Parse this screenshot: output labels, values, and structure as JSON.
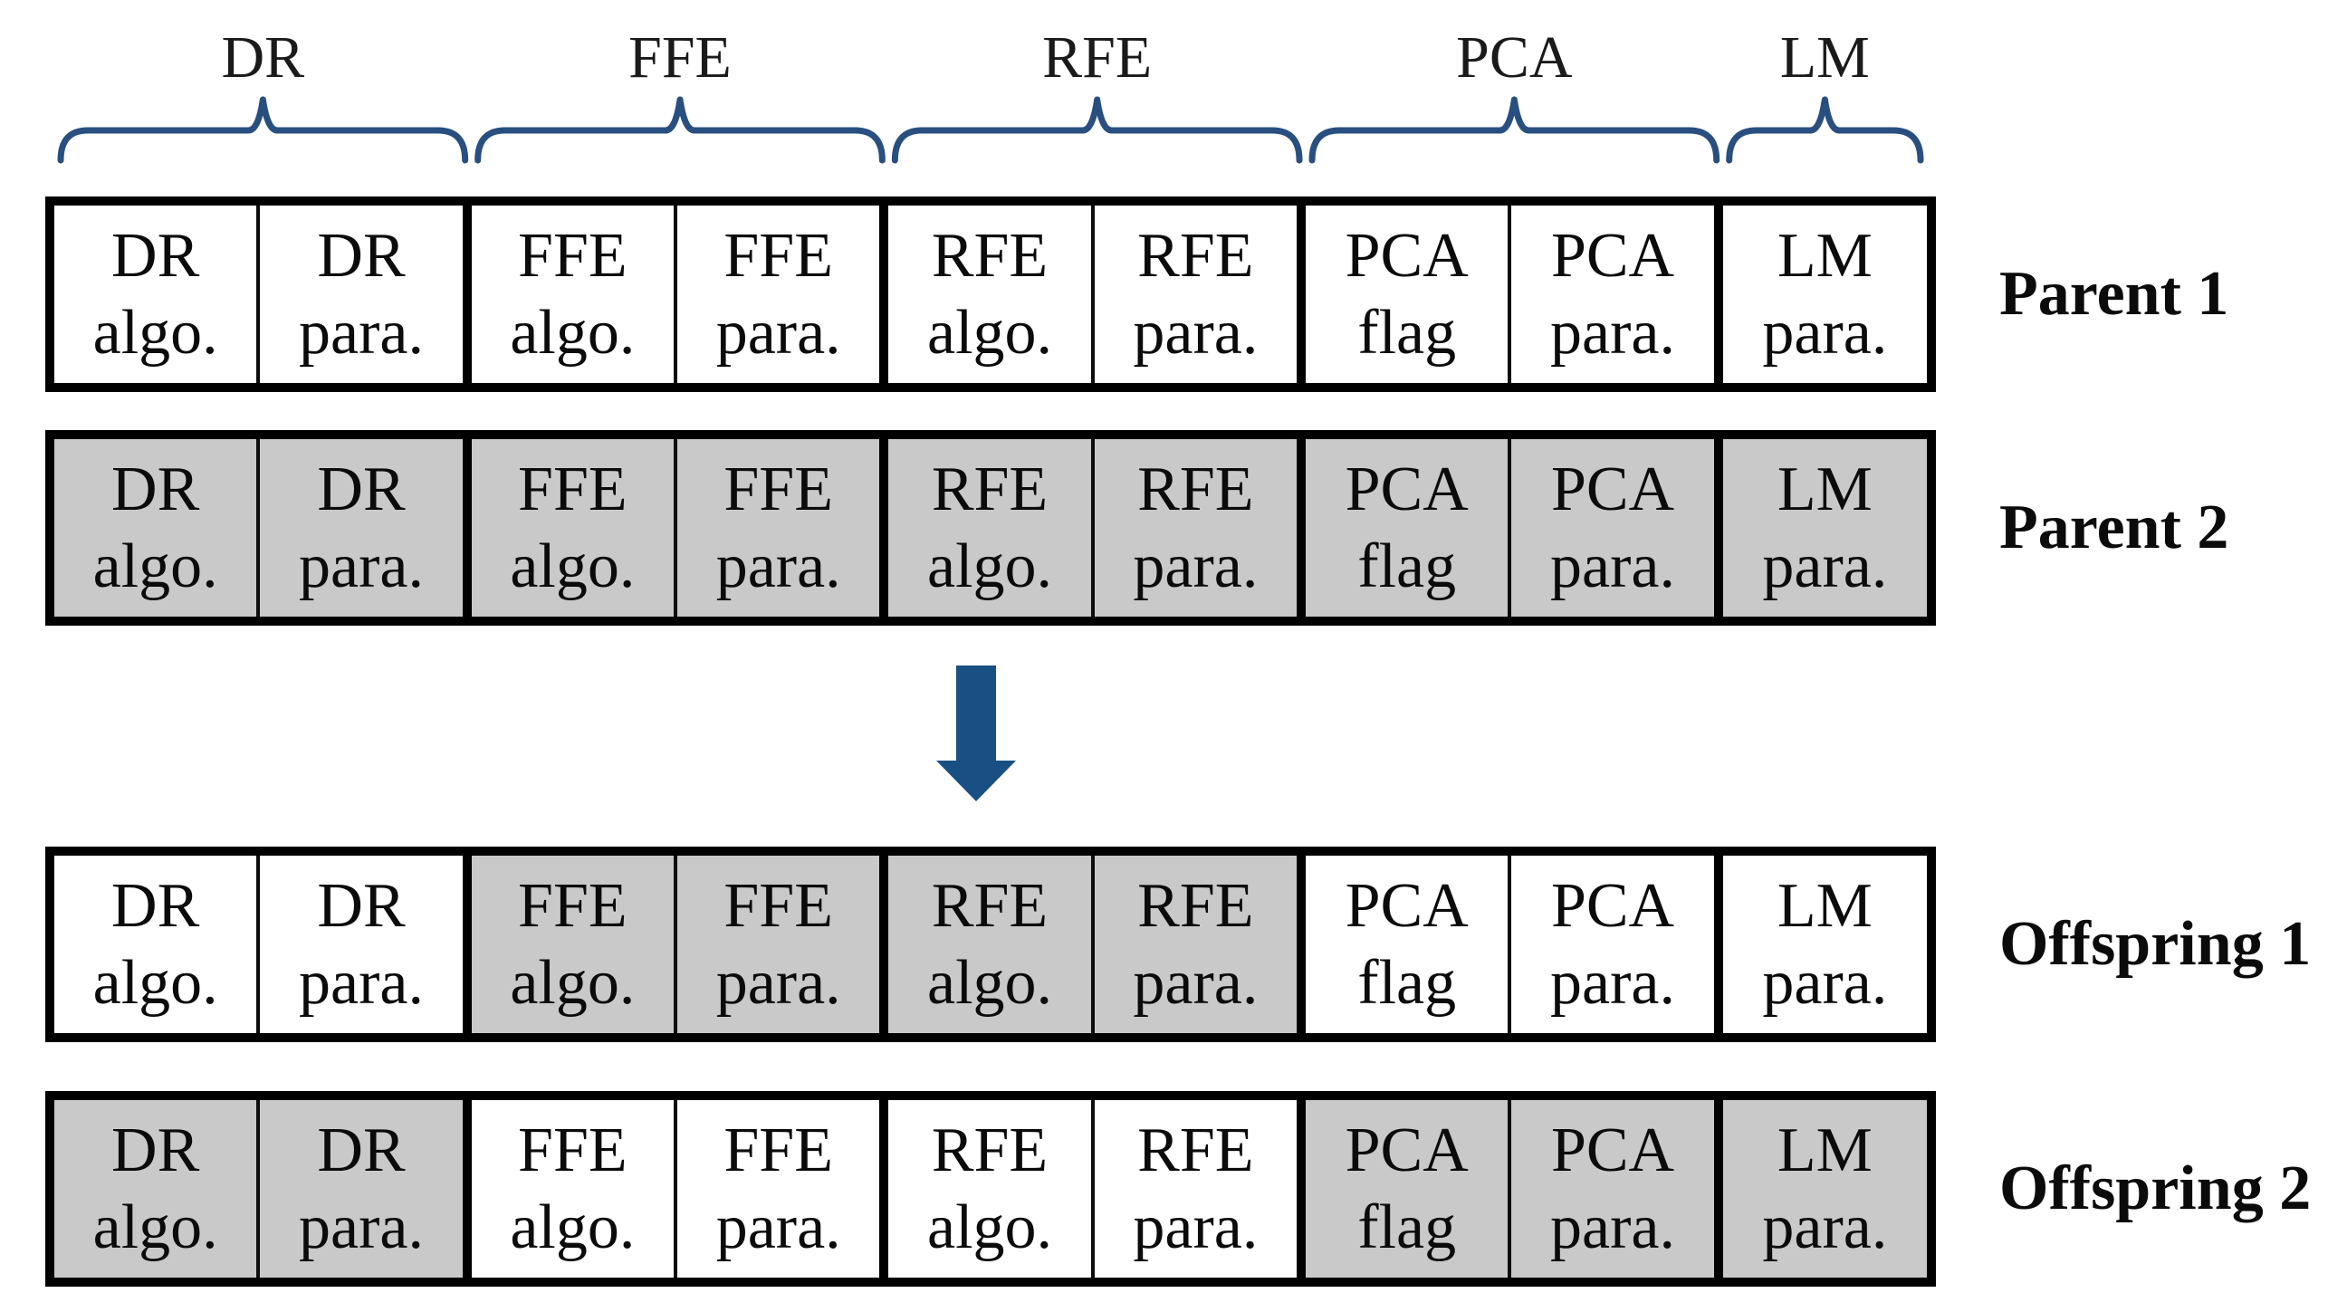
{
  "figure": {
    "groups": [
      {
        "label": "DR",
        "cells": [
          {
            "line1": "DR",
            "line2": "algo."
          },
          {
            "line1": "DR",
            "line2": "para."
          }
        ]
      },
      {
        "label": "FFE",
        "cells": [
          {
            "line1": "FFE",
            "line2": "algo."
          },
          {
            "line1": "FFE",
            "line2": "para."
          }
        ]
      },
      {
        "label": "RFE",
        "cells": [
          {
            "line1": "RFE",
            "line2": "algo."
          },
          {
            "line1": "RFE",
            "line2": "para."
          }
        ]
      },
      {
        "label": "PCA",
        "cells": [
          {
            "line1": "PCA",
            "line2": "flag"
          },
          {
            "line1": "PCA",
            "line2": "para."
          }
        ]
      },
      {
        "label": "LM",
        "cells": [
          {
            "line1": "LM",
            "line2": "para."
          }
        ]
      }
    ],
    "rows": [
      {
        "name": "Parent 1",
        "shaded": [
          false,
          false,
          false,
          false,
          false,
          false,
          false,
          false,
          false
        ]
      },
      {
        "name": "Parent 2",
        "shaded": [
          true,
          true,
          true,
          true,
          true,
          true,
          true,
          true,
          true
        ]
      },
      {
        "name": "Offspring 1",
        "shaded": [
          false,
          false,
          true,
          true,
          true,
          true,
          false,
          false,
          false
        ]
      },
      {
        "name": "Offspring 2",
        "shaded": [
          true,
          true,
          false,
          false,
          false,
          false,
          true,
          true,
          true
        ]
      }
    ],
    "icons": {
      "arrow": "down-arrow"
    },
    "colors": {
      "shaded_cell": "#c9c9c9",
      "unshaded_cell": "#ffffff",
      "cell_border": "#000000",
      "brace": "#284f80",
      "arrow": "#195083"
    }
  }
}
